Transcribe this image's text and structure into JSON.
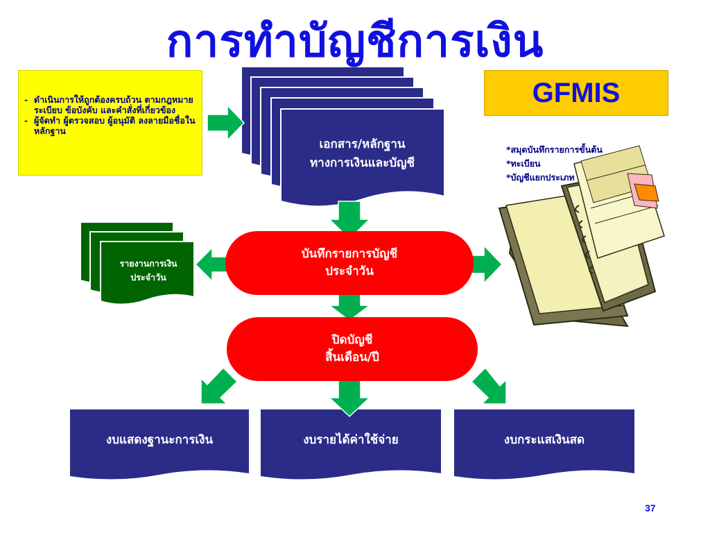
{
  "title": "การทำบัญชีการเงิน",
  "requirements": {
    "items": [
      {
        "bullet": "-",
        "text": "ดำเนินการให้ถูกต้องครบถ้วน ตามกฎหมาย ระเบียบ ข้อบังคับ และคำสั่งที่เกี่ยวข้อง"
      },
      {
        "bullet": "-",
        "text": "ผู้จัดทำ ผู้ตรวจสอบ ผู้อนุมัติ ลงลายมือชื่อในหลักฐาน"
      }
    ]
  },
  "documents": {
    "line1": "เอกสาร/หลักฐาน",
    "line2": "ทางการเงินและบัญชี"
  },
  "system": {
    "label": "GFMIS"
  },
  "books": {
    "items": [
      "*สมุดบันทึกรายการขั้นต้น",
      "*ทะเบียน",
      "*บัญชีแยกประเภท"
    ]
  },
  "daily_report": {
    "line1": "รายงานการเงิน",
    "line2": "ประจำวัน"
  },
  "daily_entry": {
    "line1": "บันทึกรายการบัญชี",
    "line2": "ประจำวัน"
  },
  "closing": {
    "line1": "ปิดบัญชี",
    "line2": "สิ้นเดือน/ปี"
  },
  "statements": [
    {
      "label": "งบแสดงฐานะการเงิน"
    },
    {
      "label": "งบรายได้ค่าใช้จ่าย"
    },
    {
      "label": "งบกระแสเงินสด"
    }
  ],
  "page_number": "37",
  "colors": {
    "title": "#1010e0",
    "doc_blue": "#2b2b88",
    "pill_red": "#ff0000",
    "arrow_green": "#00b050",
    "report_green": "#006400",
    "note_yellow": "#ffff00",
    "gfmis_gold": "#ffcc00"
  }
}
